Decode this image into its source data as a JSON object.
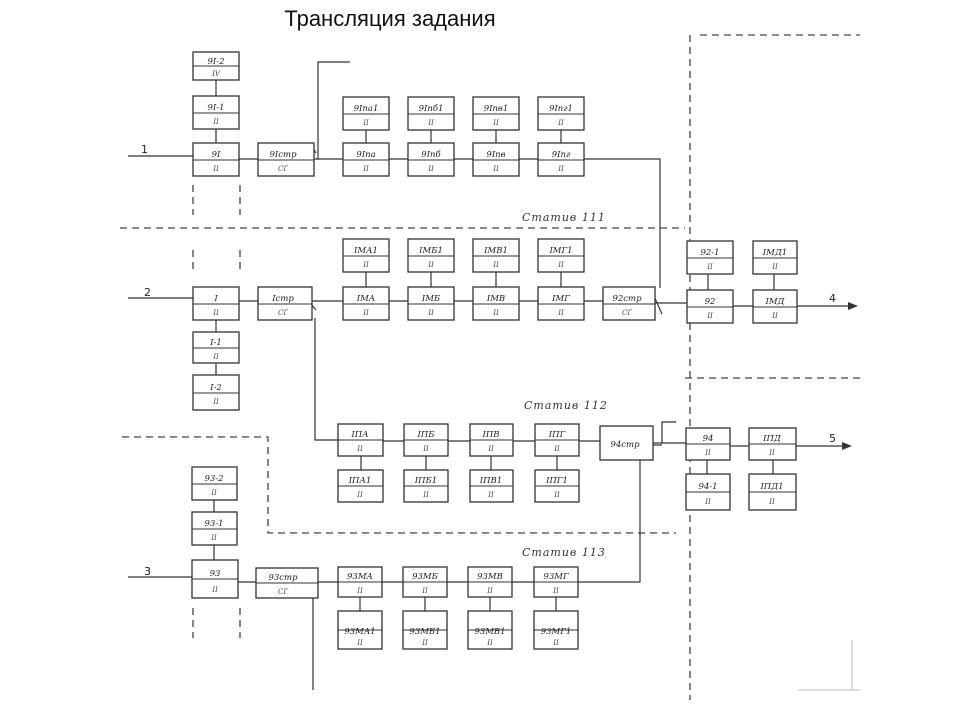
{
  "title": "Трансляция задания",
  "stands": [
    "Статив 111",
    "Статив 112",
    "Статив 113"
  ],
  "inputs": [
    "1",
    "2",
    "3"
  ],
  "outputs": [
    "4",
    "5"
  ],
  "blocks": {
    "b91_2": [
      "9I-2",
      "IV"
    ],
    "b91_1": [
      "9I-1",
      "II"
    ],
    "b91": [
      "9I",
      "II"
    ],
    "b91str": [
      "9Iстр",
      "СГ"
    ],
    "b91pa1": [
      "9Iпа1",
      "II"
    ],
    "b91pb1": [
      "9Iпб1",
      "II"
    ],
    "b91pv1": [
      "9Iпв1",
      "II"
    ],
    "b91pg1": [
      "9Iпг1",
      "II"
    ],
    "b91pa": [
      "9Iпа",
      "II"
    ],
    "b91pb": [
      "9Iпб",
      "II"
    ],
    "b91pv": [
      "9Iпв",
      "II"
    ],
    "b91pg": [
      "9Iпг",
      "II"
    ],
    "b1ma1": [
      "IМА1",
      "II"
    ],
    "b1mb1": [
      "IМБ1",
      "II"
    ],
    "b1mv1": [
      "IМВ1",
      "II"
    ],
    "b1mg1": [
      "IМГ1",
      "II"
    ],
    "b1": [
      "I",
      "II"
    ],
    "b1str": [
      "Iстр",
      "СГ"
    ],
    "b1ma": [
      "IМА",
      "II"
    ],
    "b1mb": [
      "IМБ",
      "II"
    ],
    "b1mv": [
      "IМВ",
      "II"
    ],
    "b1mg": [
      "IМГ",
      "II"
    ],
    "b92str": [
      "92стр",
      "СГ"
    ],
    "b92_1": [
      "92-1",
      "II"
    ],
    "b92": [
      "92",
      "II"
    ],
    "b1md1": [
      "IМД1",
      "II"
    ],
    "b1md": [
      "IМД",
      "II"
    ],
    "b1_1": [
      "I-1",
      "II"
    ],
    "b1_2": [
      "I-2",
      "II"
    ],
    "b1pa": [
      "IПА",
      "II"
    ],
    "b1pb": [
      "IПБ",
      "II"
    ],
    "b1pv": [
      "IПВ",
      "II"
    ],
    "b1pg": [
      "IПГ",
      "II"
    ],
    "b94str": [
      "94стр",
      ""
    ],
    "b94": [
      "94",
      "II"
    ],
    "b1pd": [
      "IПД",
      "II"
    ],
    "b1pa1": [
      "IПА1",
      "II"
    ],
    "b1pb1": [
      "IПБ1",
      "II"
    ],
    "b1pv1": [
      "IПВ1",
      "II"
    ],
    "b1pg1": [
      "IПГ1",
      "II"
    ],
    "b94_1": [
      "94-1",
      "II"
    ],
    "b1pd1": [
      "IПД1",
      "II"
    ],
    "b93_2": [
      "93-2",
      "II"
    ],
    "b93_1": [
      "93-1",
      "II"
    ],
    "b93": [
      "93",
      "II"
    ],
    "b93str": [
      "93стр",
      "СГ"
    ],
    "b93ma": [
      "93МА",
      "II"
    ],
    "b93mb": [
      "93МБ",
      "II"
    ],
    "b93mv": [
      "93МВ",
      "II"
    ],
    "b93mg": [
      "93МГ",
      "II"
    ],
    "b93ma1": [
      "93МА1",
      "II"
    ],
    "b93mb1": [
      "93МБ1",
      "II"
    ],
    "b93mv1": [
      "93МВ1",
      "II"
    ],
    "b93mg1": [
      "93МГ1",
      "II"
    ]
  }
}
